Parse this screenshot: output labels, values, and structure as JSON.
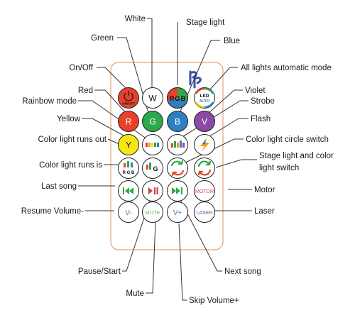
{
  "labels": {
    "white": "White",
    "stage_light": "Stage light",
    "green": "Green",
    "blue": "Blue",
    "on_off": "On/Off",
    "all_auto": "All lights automatic mode",
    "red": "Red",
    "violet": "Violet",
    "rainbow": "Rainbow mode",
    "strobe": "Strobe",
    "yellow": "Yellow",
    "flash": "Flash",
    "runs_out": "Color light runs out",
    "circle_switch": "Color light circle switch",
    "runs_is": "Color light runs is",
    "stage_color_1": "Stage light and color",
    "stage_color_2": "light switch",
    "last_song": "Last song",
    "motor": "Motor",
    "resume_volume": "Resume Volume-",
    "laser": "Laser",
    "pause_start": "Pause/Start",
    "next_song": "Next song",
    "mute": "Mute",
    "skip_volume": "Skip Volume+"
  },
  "buttons": {
    "onoff_sub": "ON/OFF",
    "white": "W",
    "stage_r": "R",
    "stage_g": "G",
    "stage_b": "B",
    "auto_led": "LED",
    "auto_sub": "AUTO",
    "red": "R",
    "green": "G",
    "blue": "B",
    "violet": "V",
    "yellow": "Y",
    "runs_rgb": "R G B",
    "runs_g": "G",
    "motor": "MOTOR",
    "laser": "LASER",
    "vol_down": "V-",
    "mute": "MUTE",
    "vol_up": "V+"
  },
  "colors": {
    "remote_border": "#e8a27a",
    "red": "#e8412b",
    "green": "#2da84a",
    "blue": "#2f7fc1",
    "violet": "#8a4aa6",
    "yellow": "#f5e616",
    "onoff": "#e8412b",
    "media_red": "#d23b3b",
    "media_green": "#2da84a",
    "mute_green": "#6cbf3f",
    "laser_purple": "#7a55a3",
    "motor_pink": "#d6418e",
    "logo_blue": "#3b4fa8"
  },
  "icons": {
    "power": "power-icon",
    "rewind": "rewind-icon",
    "play_pause": "play-pause-icon",
    "fast_forward": "fast-forward-icon",
    "rainbow_bars": "rainbow-bars-icon",
    "strobe_bars": "strobe-bars-icon",
    "flash": "lightning-icon",
    "circle_switch": "circular-arrows-icon",
    "stage_switch": "swap-arrows-icon",
    "logo": "brand-logo-icon"
  }
}
